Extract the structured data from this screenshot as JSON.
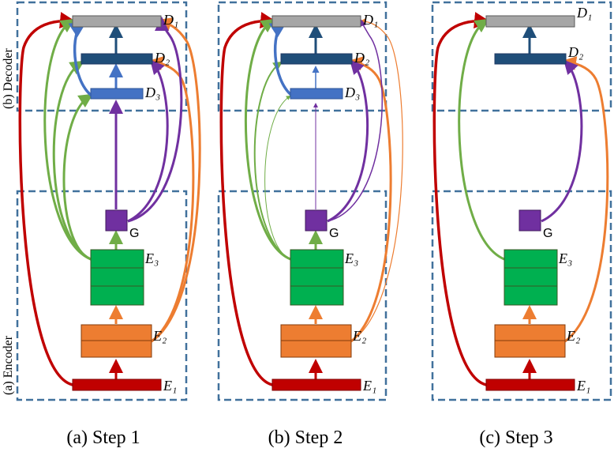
{
  "side_labels": {
    "decoder": "(b) Decoder",
    "encoder": "(a) Encoder"
  },
  "nodes": {
    "D1": "D₁",
    "D2": "D₂",
    "D3": "D₃",
    "E1": "E₁",
    "E2": "E₂",
    "E3": "E₃",
    "G": "G"
  },
  "panels": [
    {
      "id": "step1",
      "caption": "(a) Step 1"
    },
    {
      "id": "step2",
      "caption": "(b) Step 2"
    },
    {
      "id": "step3",
      "caption": "(c) Step 3"
    }
  ],
  "colors": {
    "frame": "#41719c",
    "D1": "#a6a6a6",
    "D2": "#1f4e79",
    "D3": "#4472c4",
    "G": "#7030a0",
    "E3": "#00b050",
    "E2": "#ed7d31",
    "E1": "#c00000",
    "green_link": "#70ad47",
    "orange_link": "#ed7d31",
    "purple_link": "#7030a0",
    "red_link": "#c00000",
    "blue_link": "#4472c4"
  }
}
